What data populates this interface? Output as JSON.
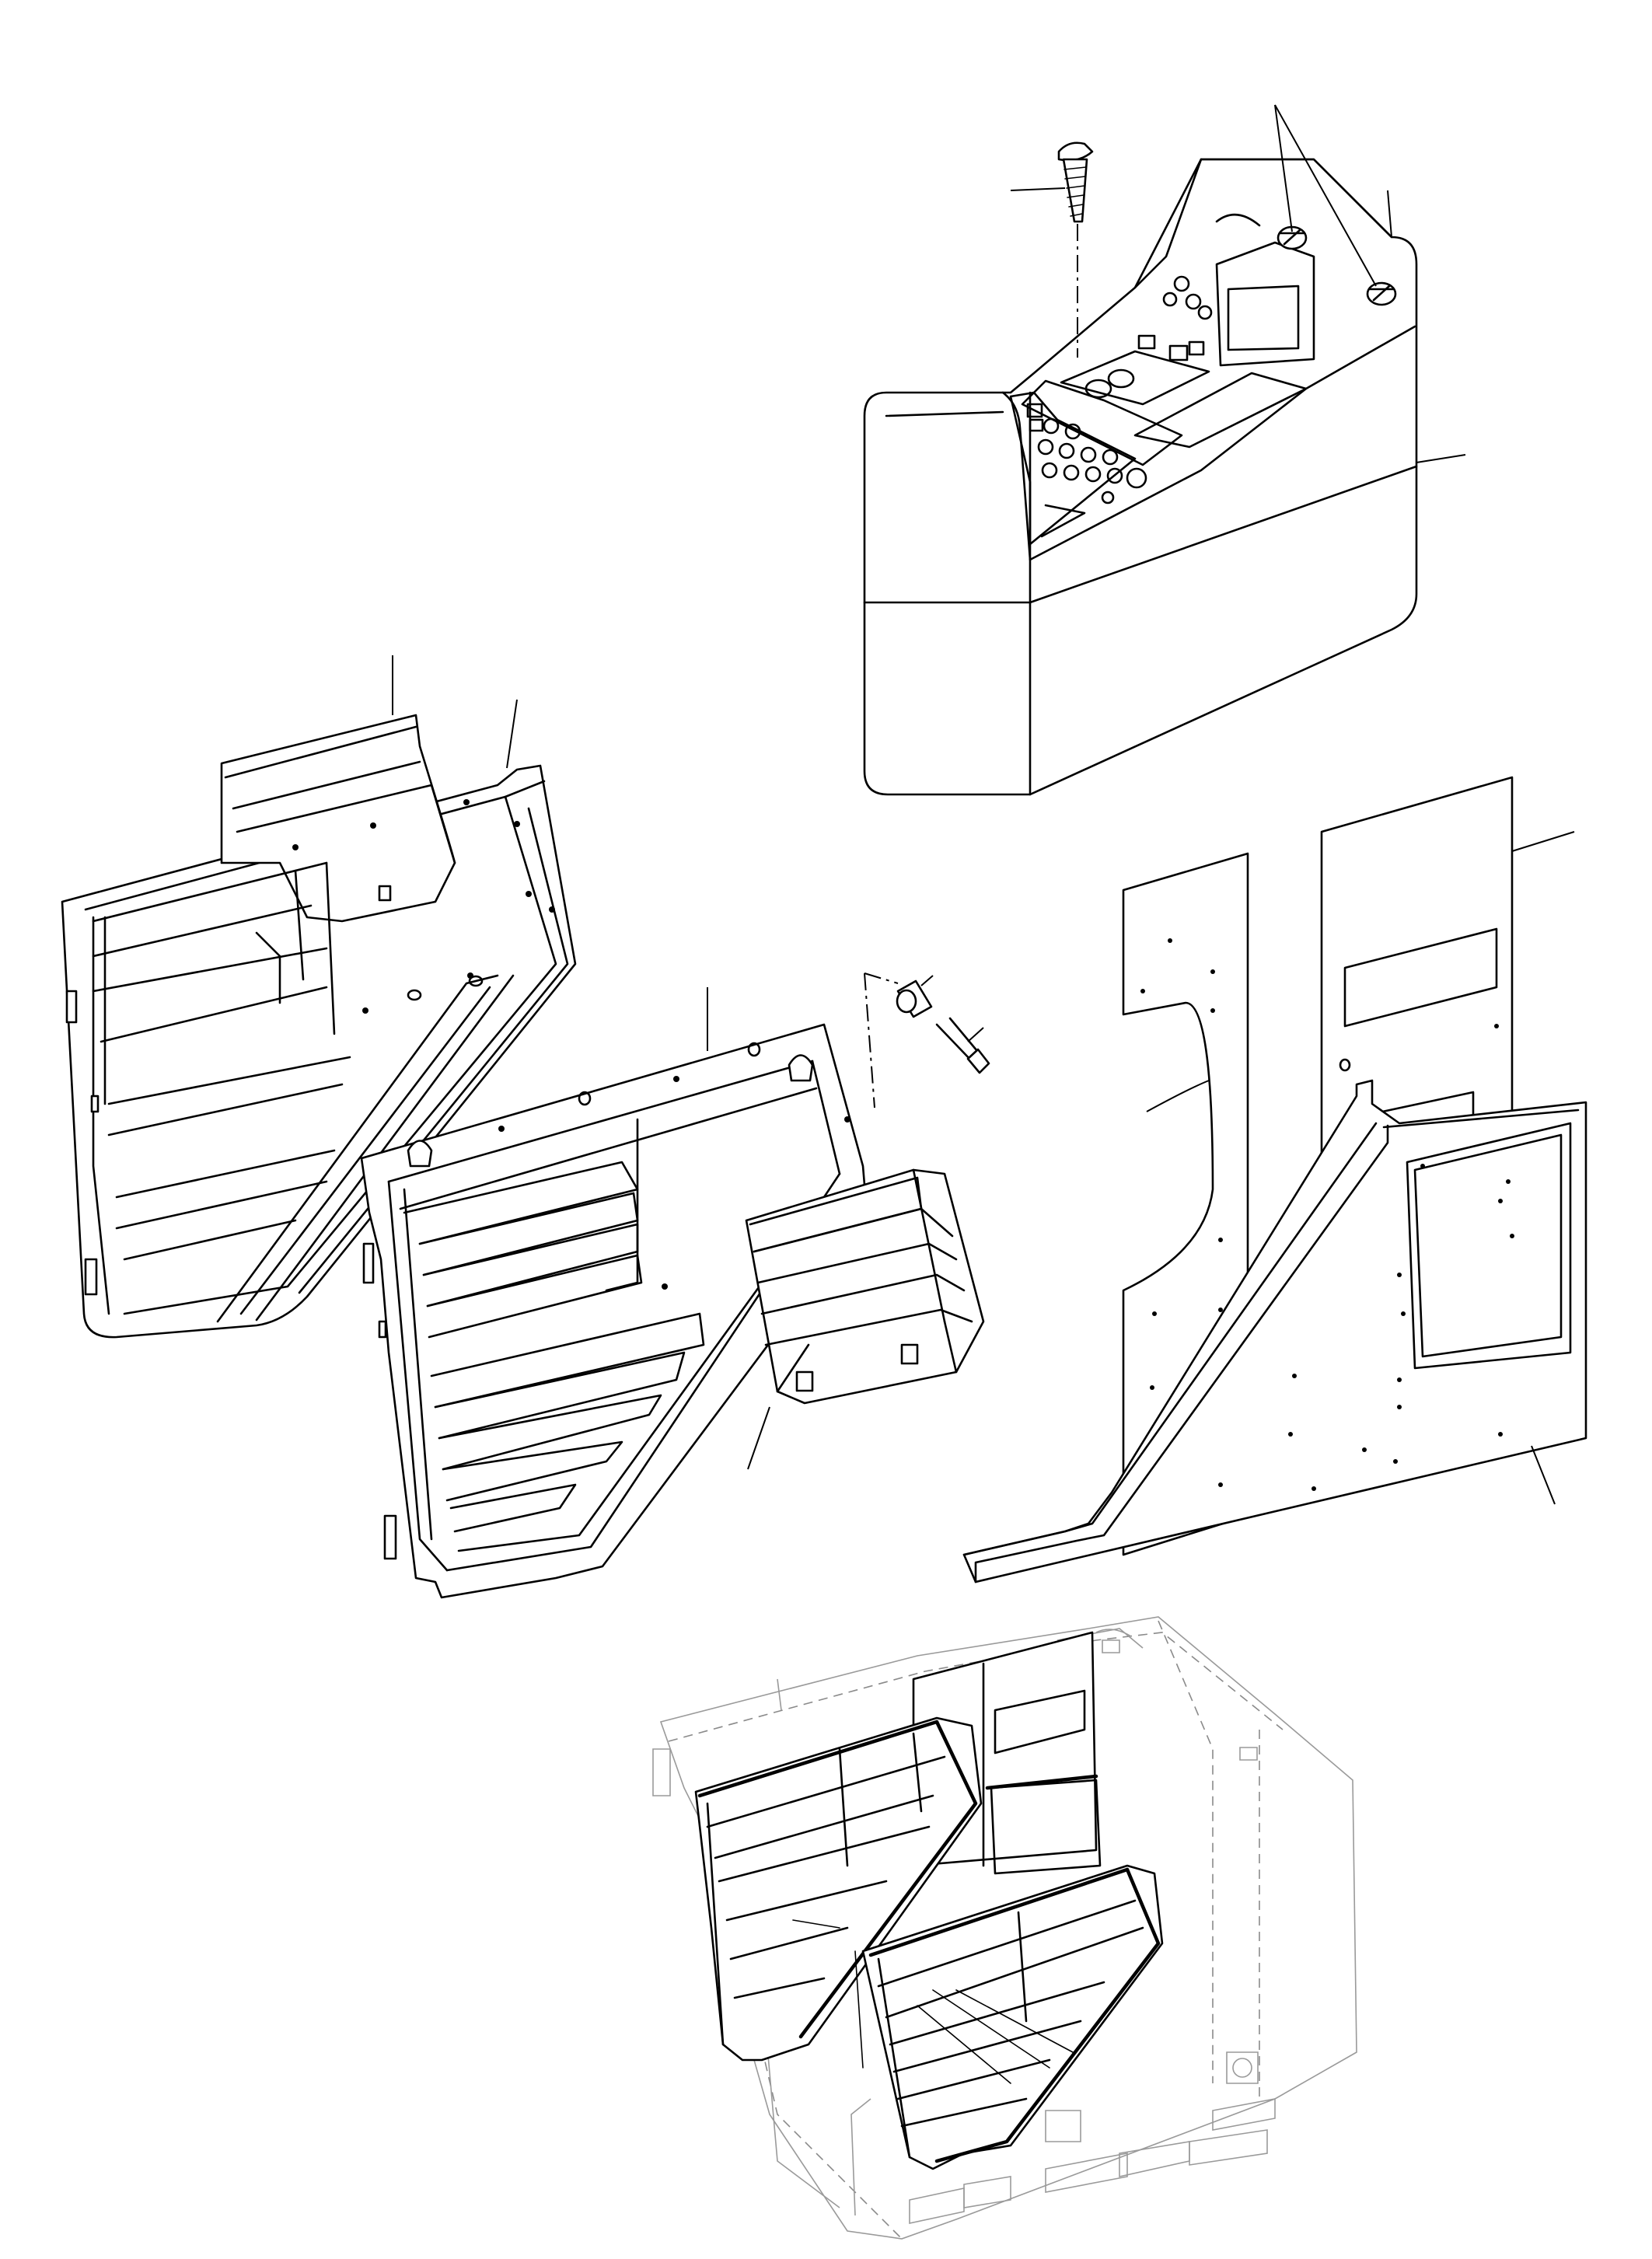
{
  "figure": {
    "kind": "exploded parts illustration",
    "parts": [
      {
        "id": "console",
        "icon": "operator-console-icon"
      },
      {
        "id": "screw",
        "icon": "countersunk-screw-icon"
      },
      {
        "id": "knob",
        "icon": "knob-icon"
      },
      {
        "id": "door-frame-rear",
        "icon": "louvered-door-frame-icon"
      },
      {
        "id": "door-frame-front",
        "icon": "louvered-door-frame-icon"
      },
      {
        "id": "small-louver",
        "icon": "louver-panel-icon"
      },
      {
        "id": "side-panel",
        "icon": "side-panel-icon"
      },
      {
        "id": "spacer",
        "icon": "spacer-icon"
      },
      {
        "id": "bolt",
        "icon": "bolt-icon"
      },
      {
        "id": "cab-assembly",
        "icon": "cab-assembly-view-icon"
      }
    ]
  }
}
